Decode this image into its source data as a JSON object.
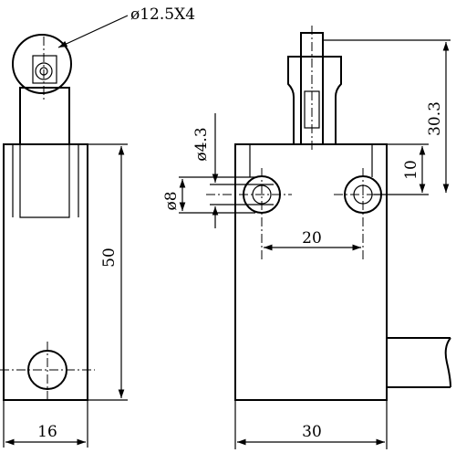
{
  "labels": {
    "roller": "ø12.5X4",
    "hole_dia": "ø4.3",
    "boss_dia": "ø8",
    "height_total": "50",
    "width_side": "16",
    "hole_spacing": "20",
    "width_front": "30",
    "hole_offset": "10",
    "plunger_height": "30.3"
  }
}
